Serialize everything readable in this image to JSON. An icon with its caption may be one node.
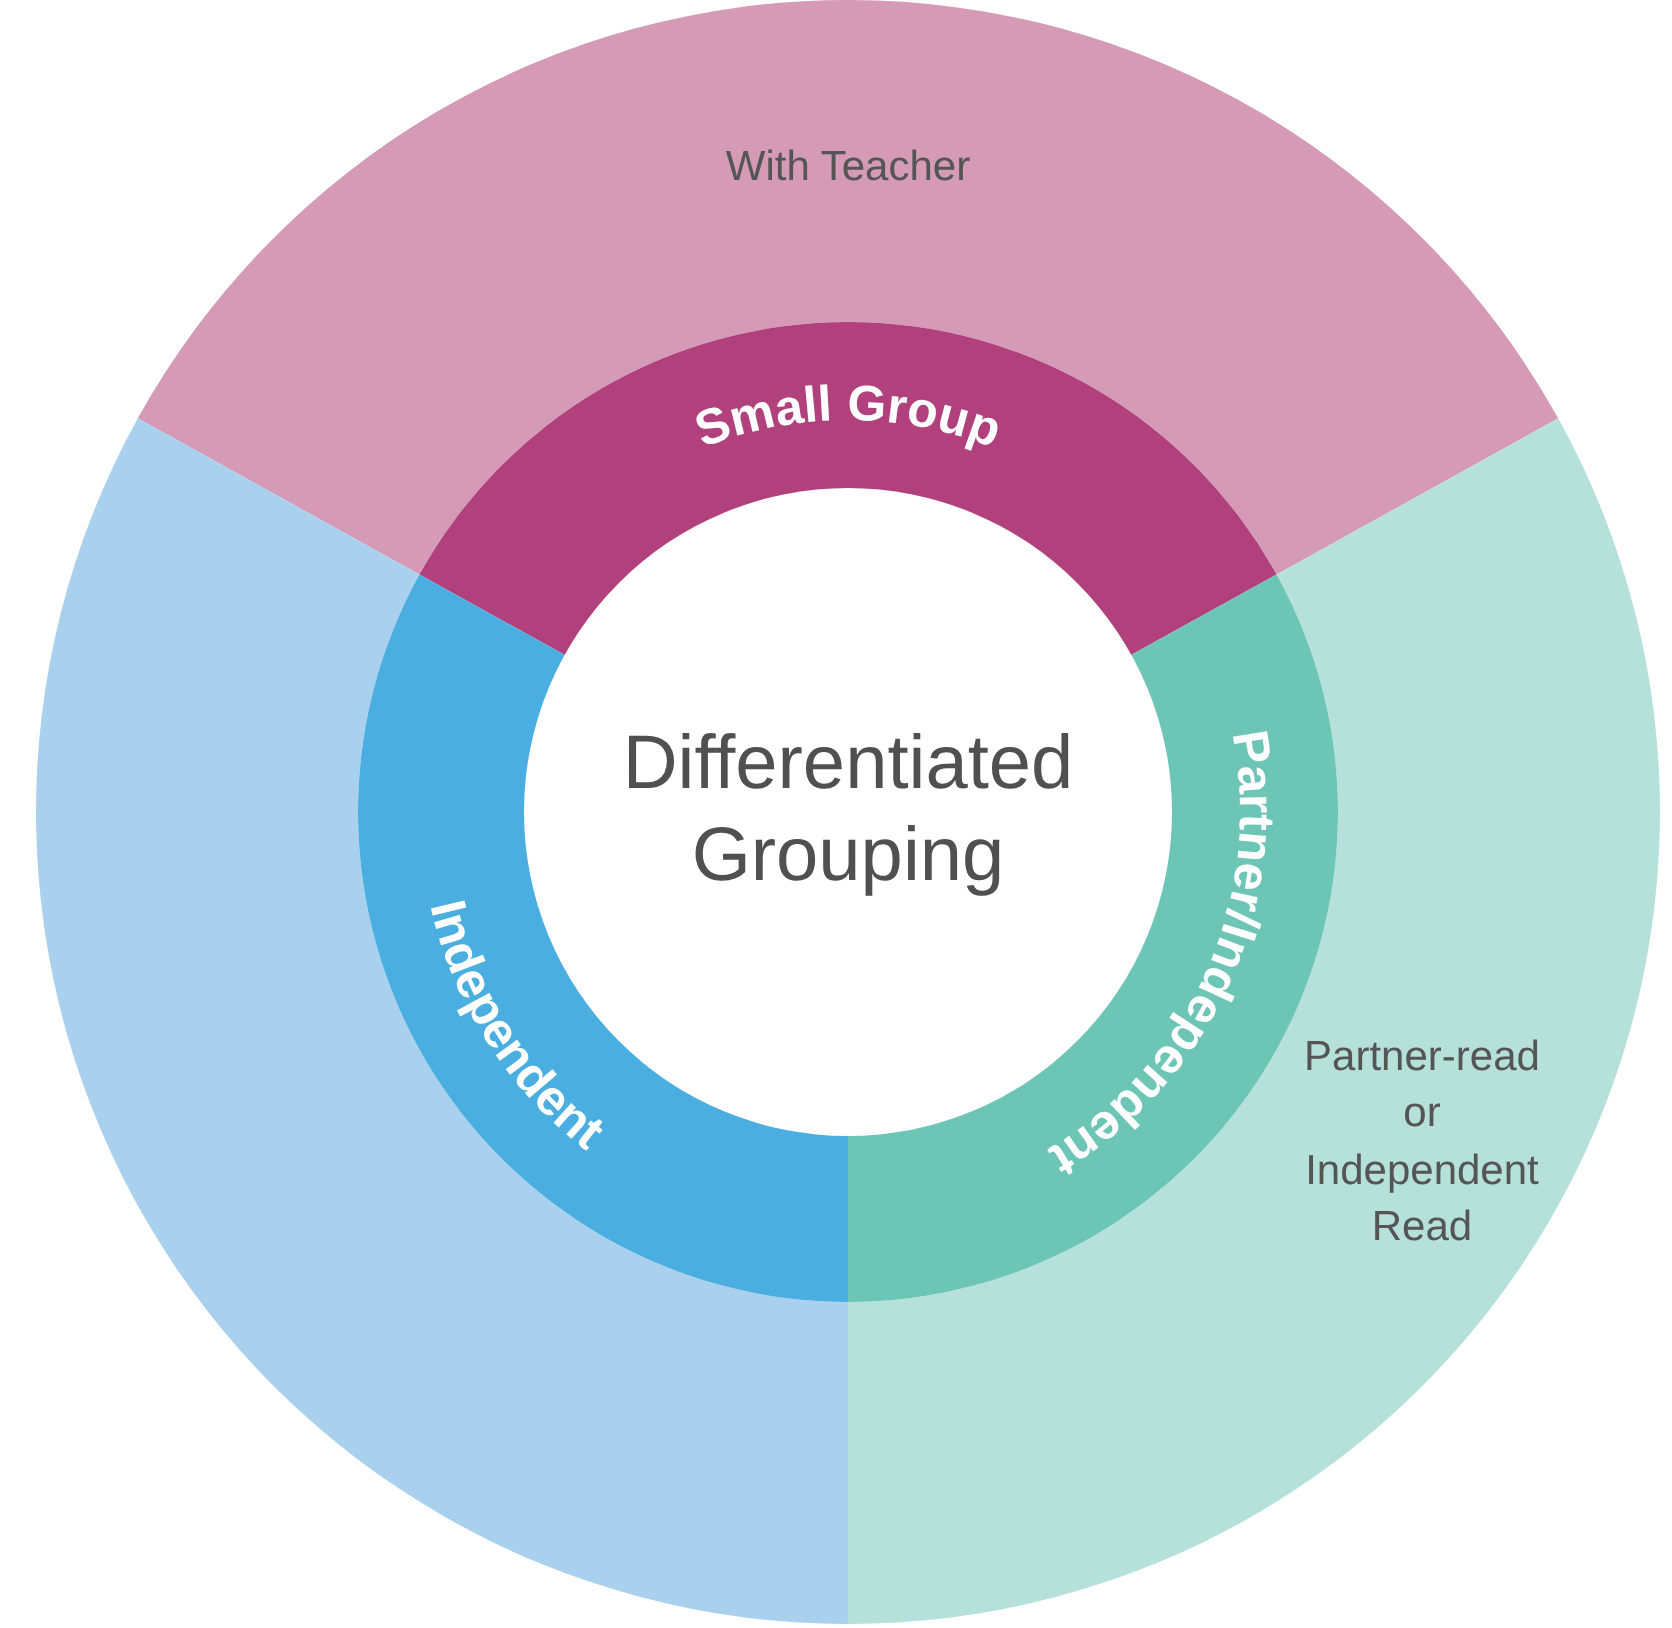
{
  "diagram": {
    "nodes": [
      {
        "text": [
          "With Teacher"
        ]
      },
      {
        "text": [],
        "shape": "wedge"
      },
      {
        "text": [
          "Partner-read or Independent Read"
        ]
      },
      {
        "text": [
          "Small Group"
        ]
      },
      {
        "text": [
          "Independent"
        ]
      },
      {
        "text": [
          "Partner/Independent"
        ]
      },
      {
        "text": [
          "Differentiated Grouping"
        ]
      }
    ]
  }
}
